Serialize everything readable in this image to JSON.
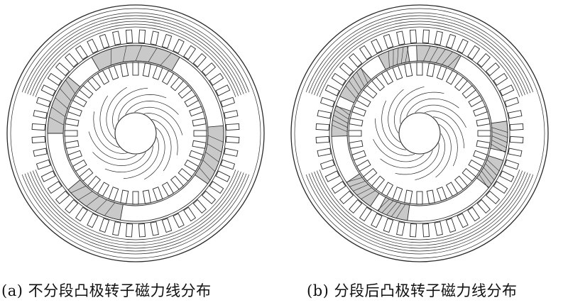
{
  "figure": {
    "panels": [
      {
        "id": "a",
        "caption": "(a) 不分段凸极转子磁力线分布",
        "variant": "unsegmented"
      },
      {
        "id": "b",
        "caption": "(b) 分段后凸极转子磁力线分布",
        "variant": "segmented"
      }
    ]
  },
  "colors": {
    "line": "#2a2a2a",
    "background": "#ffffff",
    "shaded_pole": "#c9c9c9"
  }
}
